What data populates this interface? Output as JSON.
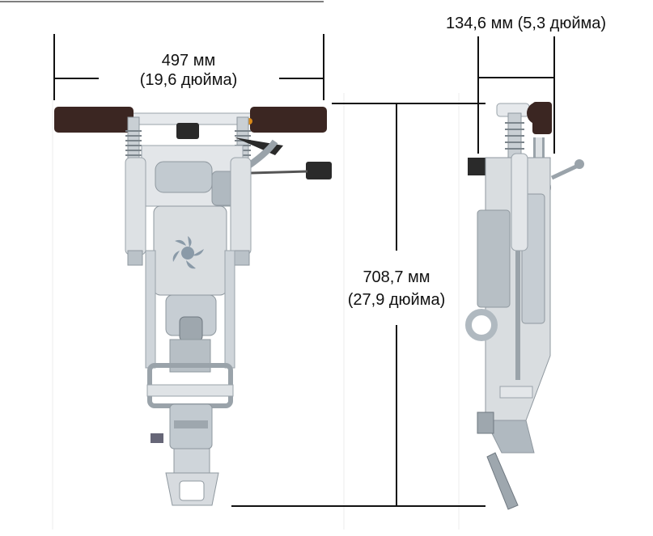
{
  "dimensions": {
    "width": {
      "value_line1": "497 мм",
      "value_line2": "(19,6 дюйма)"
    },
    "height": {
      "value_line1": "708,7 мм",
      "value_line2": "(27,9 дюйма)"
    },
    "depth": {
      "value": "134,6 мм (5,3 дюйма)"
    }
  },
  "colors": {
    "line": "#111111",
    "handle": "#3b2622",
    "body_light": "#d9dde0",
    "body_mid": "#aeb6bc",
    "body_dark": "#6f7880",
    "logo": "#8a9aa8",
    "accent": "#d98a1a"
  }
}
